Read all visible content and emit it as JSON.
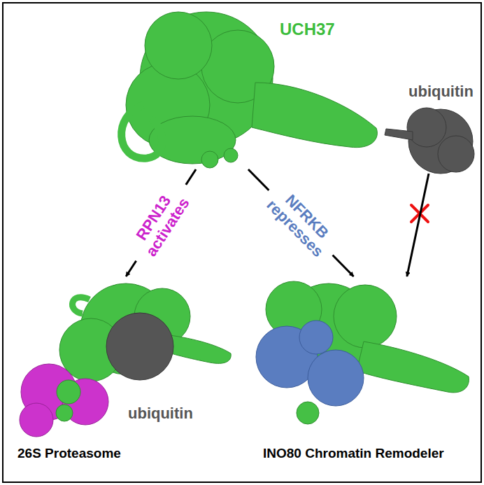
{
  "diagram": {
    "nodes": [
      {
        "text": [
          "UCH37"
        ]
      },
      {
        "text": [
          "ubiquitin"
        ]
      },
      {
        "text": [
          "ubiquitin",
          "26S Proteasome"
        ]
      },
      {
        "text": [
          "INO80 Chromatin Remodeler"
        ]
      }
    ],
    "edges": [
      {
        "from": 0,
        "to": 2,
        "arrow": "to",
        "label": "RPN13 activates"
      },
      {
        "from": 0,
        "to": 3,
        "arrow": "to",
        "label": "NFRKB represses"
      },
      {
        "from": 1,
        "to": 3,
        "arrow": "to"
      }
    ]
  }
}
